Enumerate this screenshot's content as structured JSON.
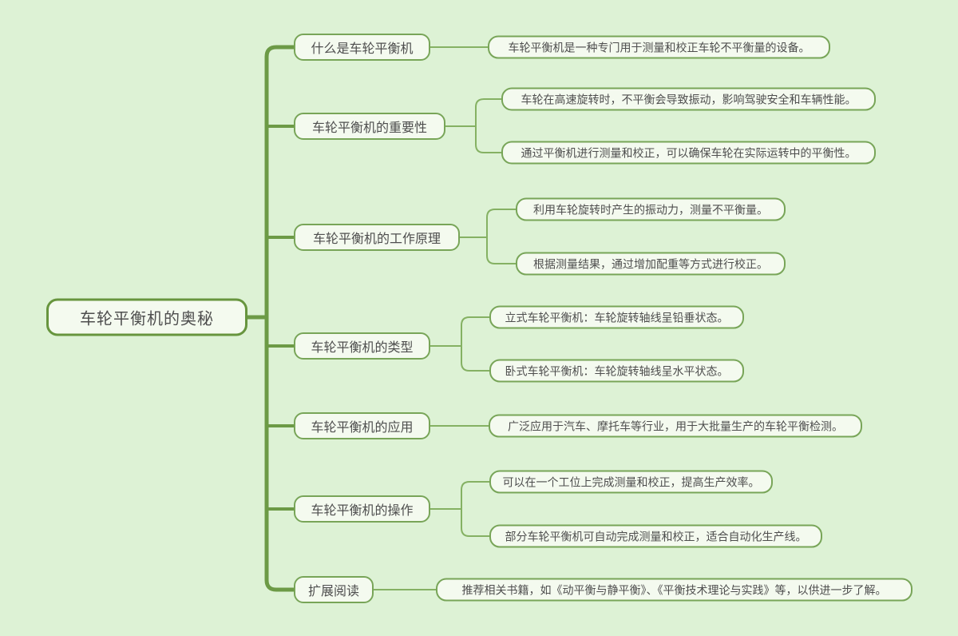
{
  "mindmap": {
    "root": {
      "label": "车轮平衡机的奥秘"
    },
    "topics": [
      {
        "label": "什么是车轮平衡机",
        "children": [
          {
            "text": "车轮平衡机是一种专门用于测量和校正车轮不平衡量的设备。"
          }
        ]
      },
      {
        "label": "车轮平衡机的重要性",
        "children": [
          {
            "text": "车轮在高速旋转时，不平衡会导致振动，影响驾驶安全和车辆性能。"
          },
          {
            "text": "通过平衡机进行测量和校正，可以确保车轮在实际运转中的平衡性。"
          }
        ]
      },
      {
        "label": "车轮平衡机的工作原理",
        "children": [
          {
            "text": "利用车轮旋转时产生的振动力，测量不平衡量。"
          },
          {
            "text": "根据测量结果，通过增加配重等方式进行校正。"
          }
        ]
      },
      {
        "label": "车轮平衡机的类型",
        "children": [
          {
            "text": "立式车轮平衡机：车轮旋转轴线呈铅垂状态。"
          },
          {
            "text": "卧式车轮平衡机：车轮旋转轴线呈水平状态。"
          }
        ]
      },
      {
        "label": "车轮平衡机的应用",
        "children": [
          {
            "text": "广泛应用于汽车、摩托车等行业，用于大批量生产的车轮平衡检测。"
          }
        ]
      },
      {
        "label": "车轮平衡机的操作",
        "children": [
          {
            "text": "可以在一个工位上完成测量和校正，提高生产效率。"
          },
          {
            "text": "部分车轮平衡机可自动完成测量和校正，适合自动化生产线。"
          }
        ]
      },
      {
        "label": "扩展阅读",
        "children": [
          {
            "text": "推荐相关书籍，如《动平衡与静平衡》、《平衡技术理论与实践》等，以供进一步了解。"
          }
        ]
      }
    ],
    "colors": {
      "background": "#ddf2d5",
      "node_fill": "#f4faef",
      "node_border": "#78a558",
      "trunk": "#6c9a46",
      "branch": "#85b163",
      "text": "#4e4e4e"
    }
  }
}
